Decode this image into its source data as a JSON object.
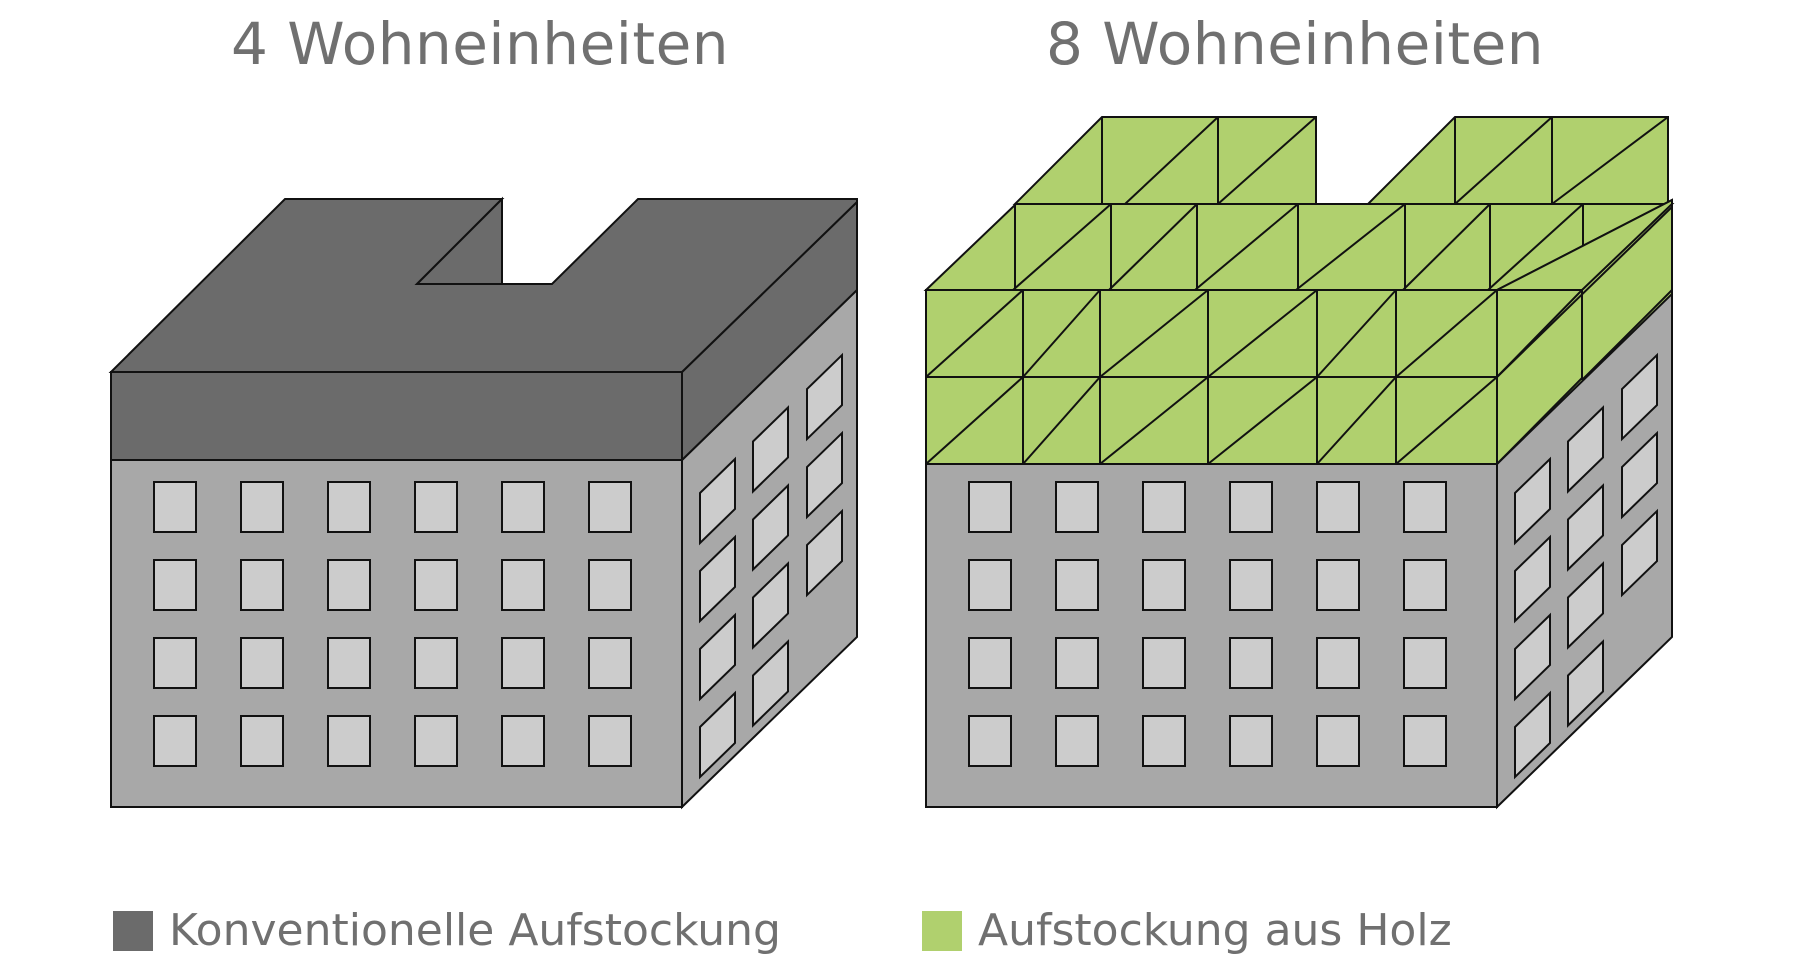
{
  "left_panel": {
    "title": "4 Wohneinheiten"
  },
  "right_panel": {
    "title": "8 Wohneinheiten"
  },
  "legend": {
    "items": [
      {
        "label": "Konventionelle Aufstockung",
        "color": "#6b6b6b"
      },
      {
        "label": "Aufstockung aus Holz",
        "color": "#b0d06e"
      }
    ]
  },
  "colors": {
    "facade": "#a8a8a8",
    "window": "#cccccc",
    "conventional_roof": "#6b6b6b",
    "timber_module": "#b0d06e",
    "outline": "#111111"
  }
}
